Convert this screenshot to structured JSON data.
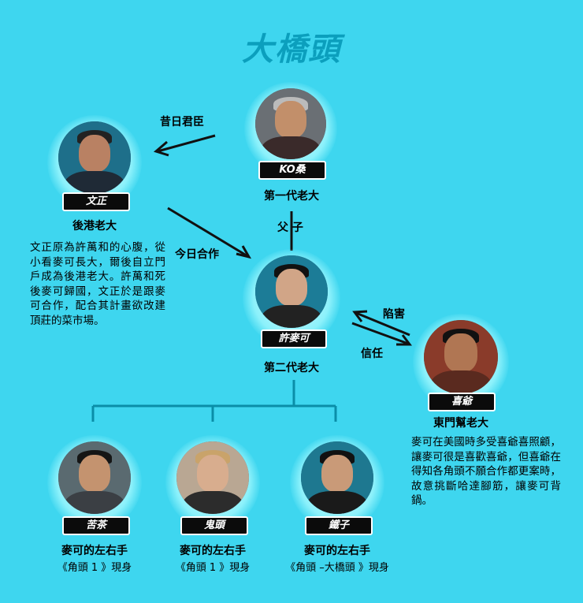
{
  "title": "大橋頭",
  "people": {
    "ko": {
      "tag": "KO桑",
      "role": "第一代老大"
    },
    "man_ching": {
      "tag": "文正",
      "role": "後港老大",
      "desc": "文正原為許萬和的心腹，從小看麥可長大，爾後自立門戶成為後港老大。許萬和死後麥可歸國，文正於是跟麥可合作，配合其計畫欲改建頂莊的菜市場。"
    },
    "michael": {
      "tag": "許麥可",
      "role": "第二代老大"
    },
    "hei": {
      "tag": "喜爺",
      "role": "東門幫老大",
      "desc": "麥可在美國時多受喜爺喜照顧，讓麥可很是喜歡喜爺，但喜爺在得知各角頭不願合作都更案時，故意挑斷哈達腳筋，讓麥可背鍋。"
    },
    "kucha": {
      "tag": "苦茶",
      "role": "麥可的左右手",
      "sub": "《角頭 1 》現身"
    },
    "guitou": {
      "tag": "鬼頭",
      "role": "麥可的左右手",
      "sub": "《角頭 1 》現身"
    },
    "tiezi": {
      "tag": "鐵子",
      "role": "麥可的左右手",
      "sub": "《角頭 –大橋頭 》現身"
    }
  },
  "relations": {
    "past_boss": "昔日君臣",
    "father_son": "父 子",
    "now_partner": "今日合作",
    "frame": "陷害",
    "trust": "信任"
  },
  "colors": {
    "background": "#3ed6ef",
    "title": "#0b9fbd",
    "tree_line": "#0a8ea8"
  }
}
